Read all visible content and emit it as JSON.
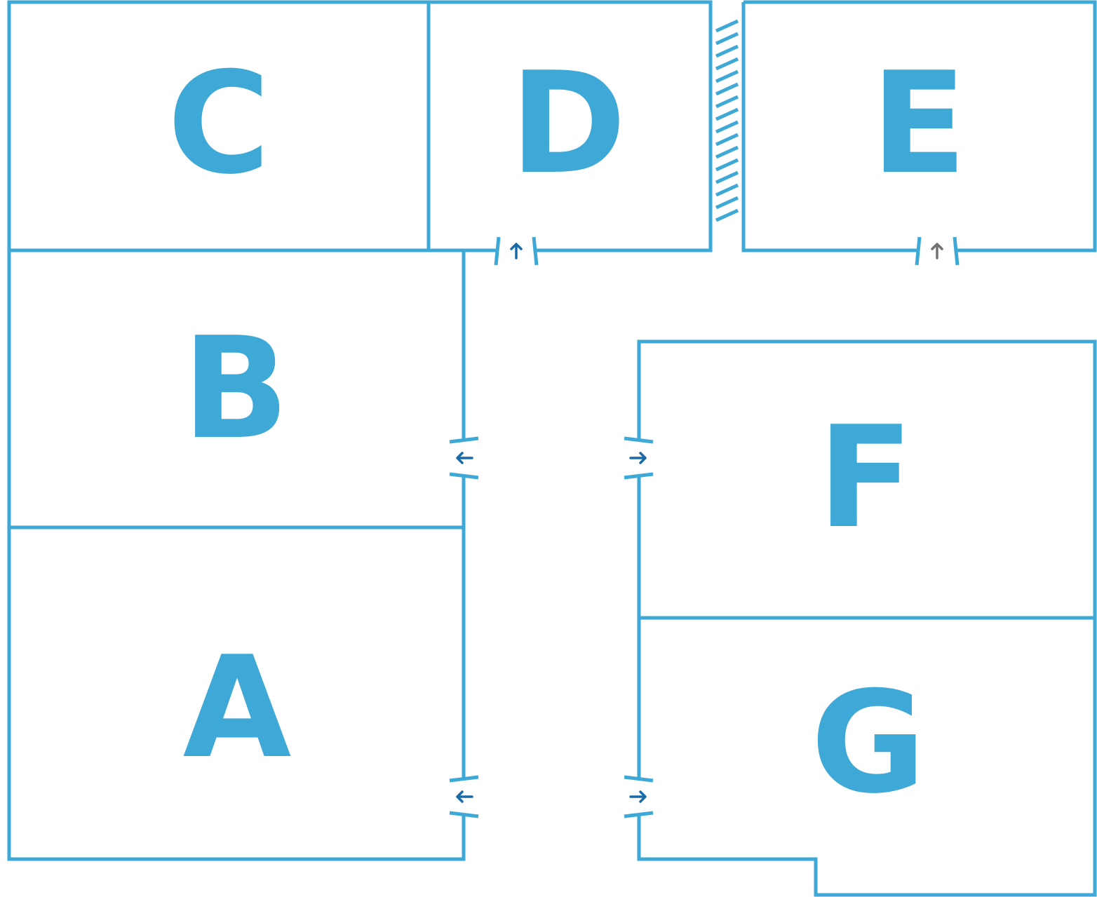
{
  "floor_plan": {
    "colors": {
      "wall": "#3ea8d6",
      "arrow_active": "#1a6aa8",
      "arrow_inactive": "#707070",
      "background": "#ffffff"
    },
    "rooms": [
      {
        "id": "room-a",
        "label": "A"
      },
      {
        "id": "room-b",
        "label": "B"
      },
      {
        "id": "room-c",
        "label": "C"
      },
      {
        "id": "room-d",
        "label": "D"
      },
      {
        "id": "room-e",
        "label": "E"
      },
      {
        "id": "room-f",
        "label": "F"
      },
      {
        "id": "room-g",
        "label": "G"
      }
    ],
    "doors": [
      {
        "id": "door-d",
        "room": "D",
        "arrow_direction": "up",
        "state": "active",
        "arrow_icon": "arrow-up-icon"
      },
      {
        "id": "door-e",
        "room": "E",
        "arrow_direction": "up",
        "state": "inactive",
        "arrow_icon": "arrow-up-icon"
      },
      {
        "id": "door-b",
        "room": "B",
        "arrow_direction": "left",
        "state": "active",
        "arrow_icon": "arrow-left-icon"
      },
      {
        "id": "door-a",
        "room": "A",
        "arrow_direction": "left",
        "state": "active",
        "arrow_icon": "arrow-left-icon"
      },
      {
        "id": "door-f",
        "room": "F",
        "arrow_direction": "right",
        "state": "active",
        "arrow_icon": "arrow-right-icon"
      },
      {
        "id": "door-g",
        "room": "G",
        "arrow_direction": "right",
        "state": "active",
        "arrow_icon": "arrow-right-icon"
      }
    ],
    "hatched_wall": {
      "id": "hatched-wall-d-e",
      "pattern": "diagonal-hatch"
    }
  }
}
